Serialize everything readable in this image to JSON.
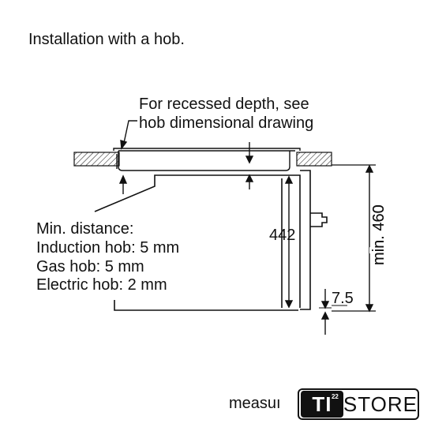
{
  "title": "Installation with a hob.",
  "callout": {
    "line1": "For recessed depth, see",
    "line2": "hob dimensional drawing"
  },
  "min_distance": {
    "heading": "Min. distance:",
    "induction": "Induction hob: 5 mm",
    "gas": "Gas hob: 5 mm",
    "electric": "Electric hob: 2 mm"
  },
  "dimensions": {
    "height": "442",
    "min_height": "min. 460",
    "offset": "7.5"
  },
  "watermark": "measuı",
  "logo": {
    "ti": "TI",
    "sup": "22",
    "store": "STORE"
  }
}
